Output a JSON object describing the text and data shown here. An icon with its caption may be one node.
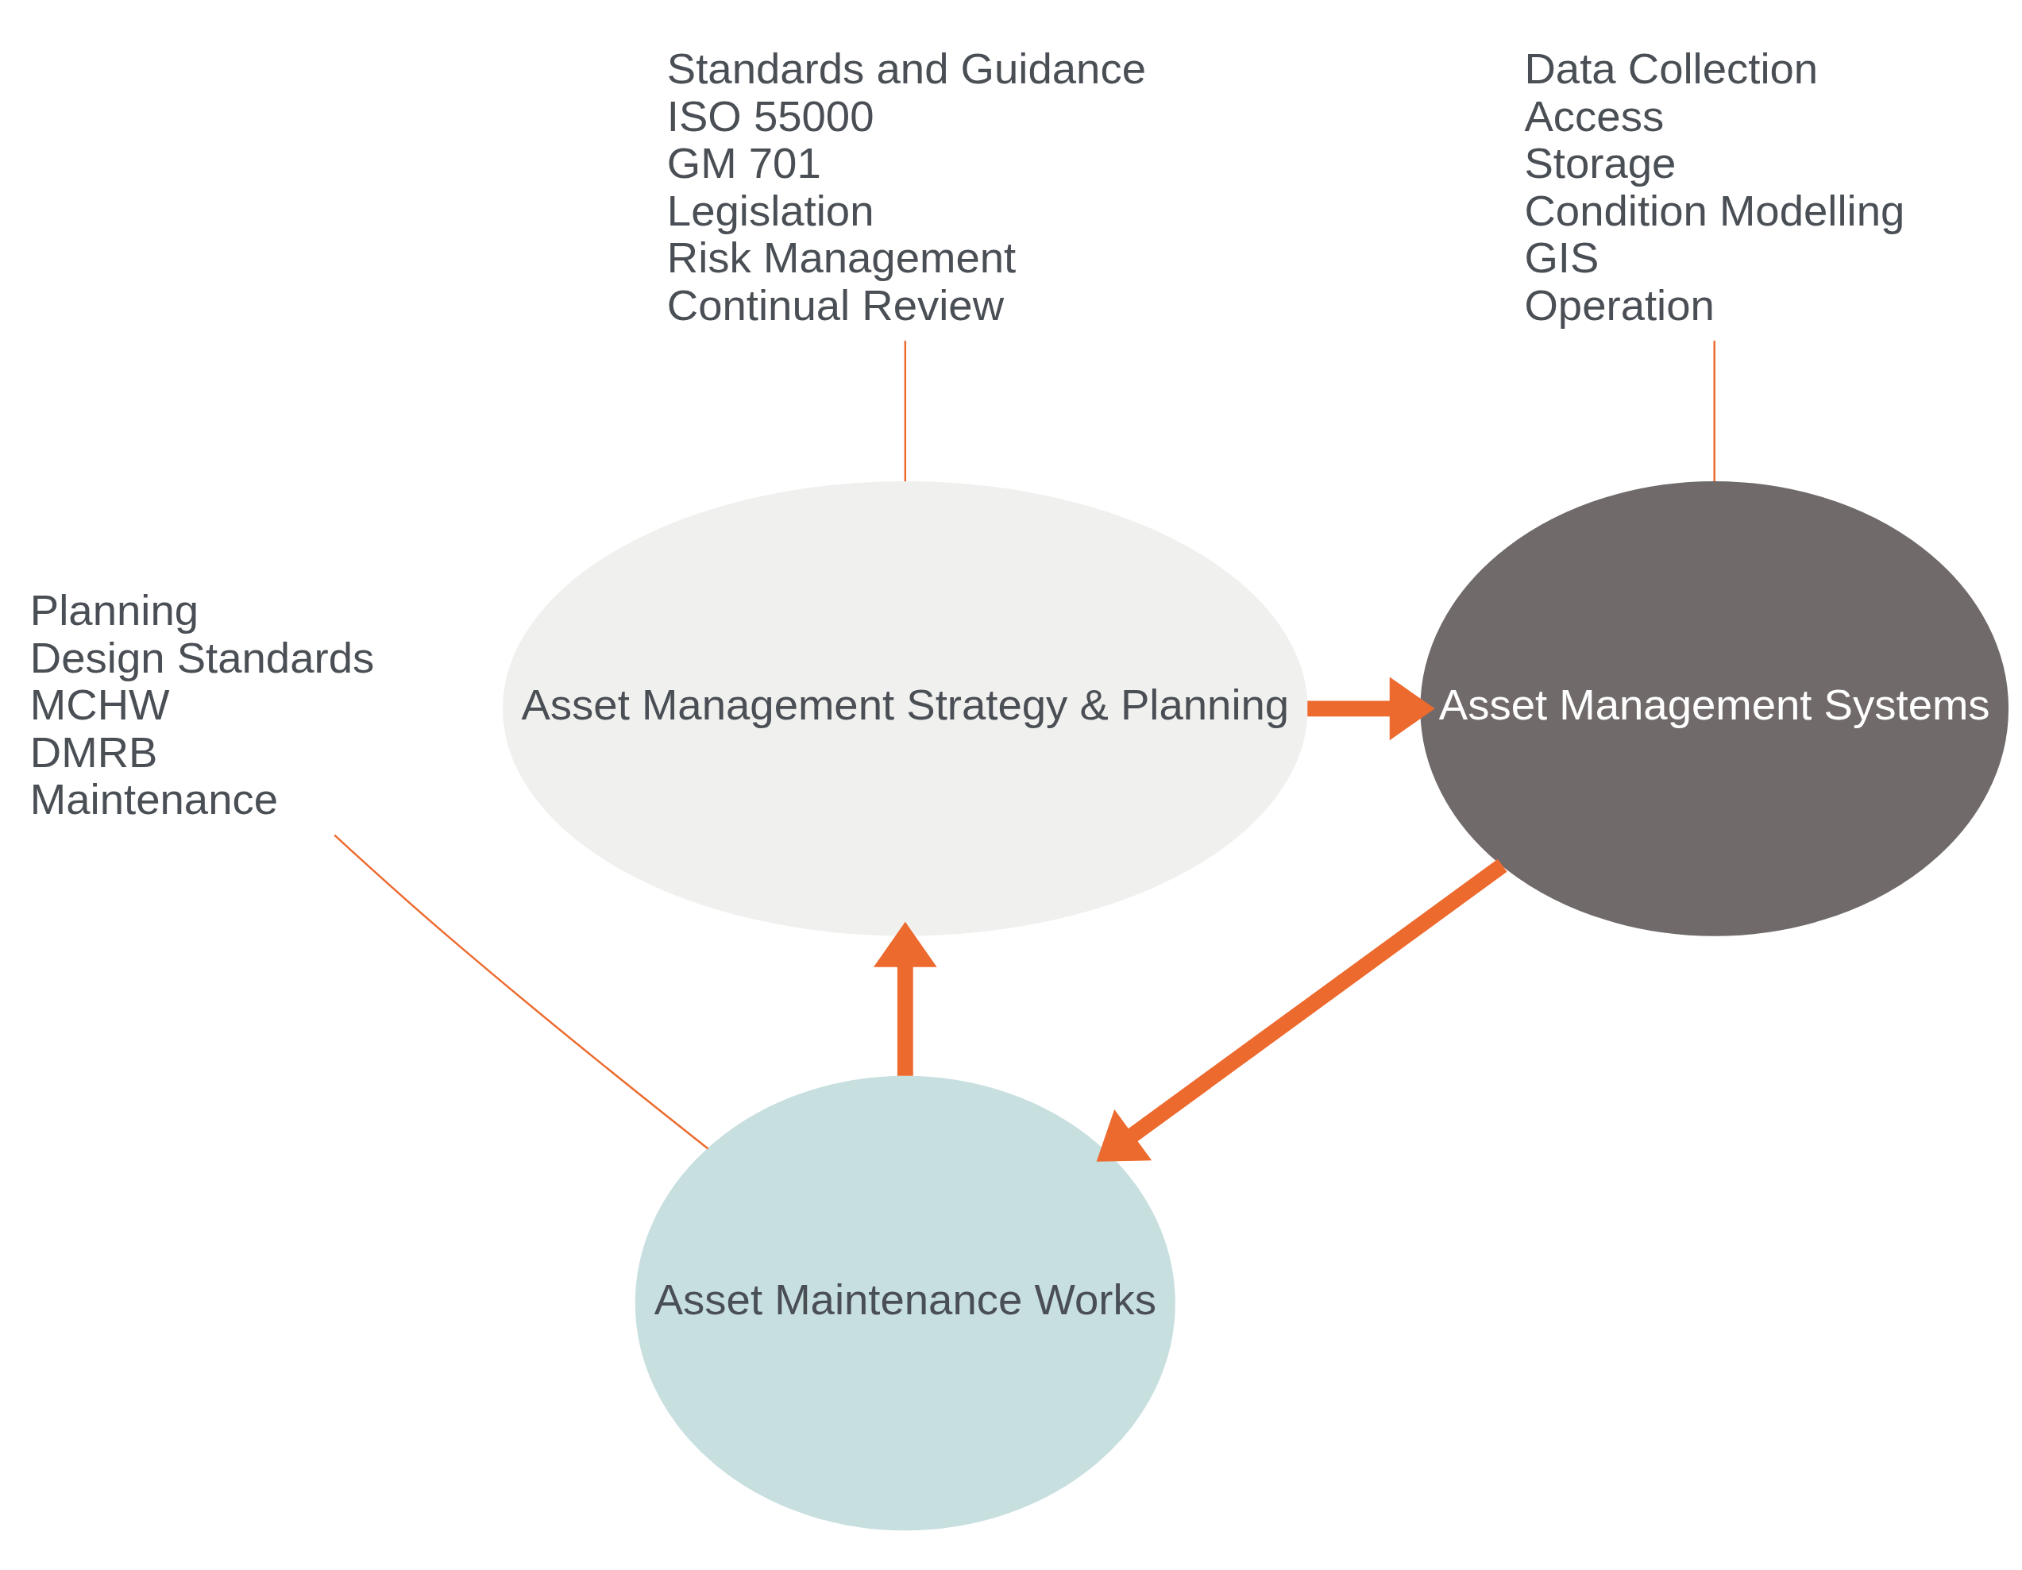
{
  "diagram": {
    "nodes": [
      {
        "text": [
          "Asset Management Strategy & Planning"
        ]
      },
      {
        "text": [
          "Asset Management Systems"
        ]
      },
      {
        "text": [
          "Asset Maintenance Works"
        ]
      },
      {
        "text": [
          "Standards and Guidance",
          "ISO 55000",
          "GM 701",
          "Legislation",
          "Risk Management",
          "Continual Review"
        ]
      },
      {
        "text": [
          "Data Collection",
          "Access",
          "Storage",
          "Condition Modelling",
          "GIS",
          "Operation"
        ]
      },
      {
        "text": [
          "Planning",
          "Design Standards",
          "MCHW",
          "DMRB",
          "Maintenance"
        ]
      }
    ],
    "edges": [
      {
        "from": 0,
        "to": 1,
        "arrow": "to",
        "style": "thick"
      },
      {
        "from": 1,
        "to": 2,
        "arrow": "to",
        "style": "thick"
      },
      {
        "from": 2,
        "to": 0,
        "arrow": "to",
        "style": "thick"
      },
      {
        "from": 3,
        "to": 0,
        "arrow": "none"
      },
      {
        "from": 4,
        "to": 1,
        "arrow": "none"
      },
      {
        "from": 5,
        "to": 2,
        "arrow": "none"
      }
    ]
  }
}
